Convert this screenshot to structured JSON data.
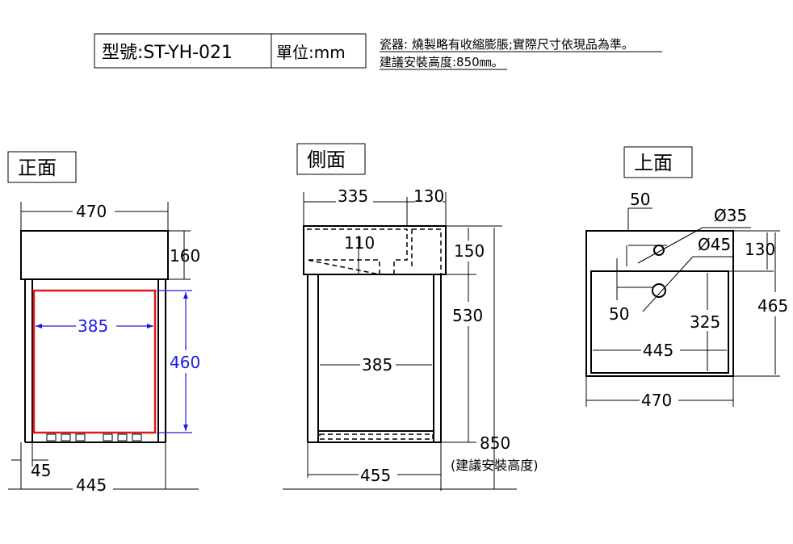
{
  "header": {
    "model_label": "型號:ST-YH-021",
    "unit_label": "單位:mm",
    "note_line1": "瓷器: 燒製略有收縮膨脹;實際尺寸依現品為準。",
    "note_line2": "建議安裝高度:850㎜。"
  },
  "views": {
    "front": {
      "title": "正面"
    },
    "side": {
      "title": "側面"
    },
    "top": {
      "title": "上面"
    }
  },
  "dimensions": {
    "front": {
      "width_top": "470",
      "height_basin": "160",
      "inner_width": "385",
      "inner_height": "460",
      "leg_offset": "45",
      "width_bottom": "445"
    },
    "side": {
      "depth_basin": "335",
      "depth_faucet": "130",
      "basin_drop": "110",
      "basin_height": "150",
      "cabinet_height": "530",
      "inner_width": "385",
      "total_height": "850",
      "install_note": "(建議安裝高度)",
      "width_bottom": "455"
    },
    "top": {
      "faucet_offset": "50",
      "faucet_hole": "Ø35",
      "drain_hole": "Ø45",
      "faucet_depth": "130",
      "total_depth": "465",
      "drain_offset": "50",
      "basin_depth": "325",
      "basin_width": "445",
      "total_width": "470"
    }
  },
  "colors": {
    "highlight_red": "#e01a1a",
    "dimension_blue": "#1a1ae6",
    "line": "#000000"
  }
}
